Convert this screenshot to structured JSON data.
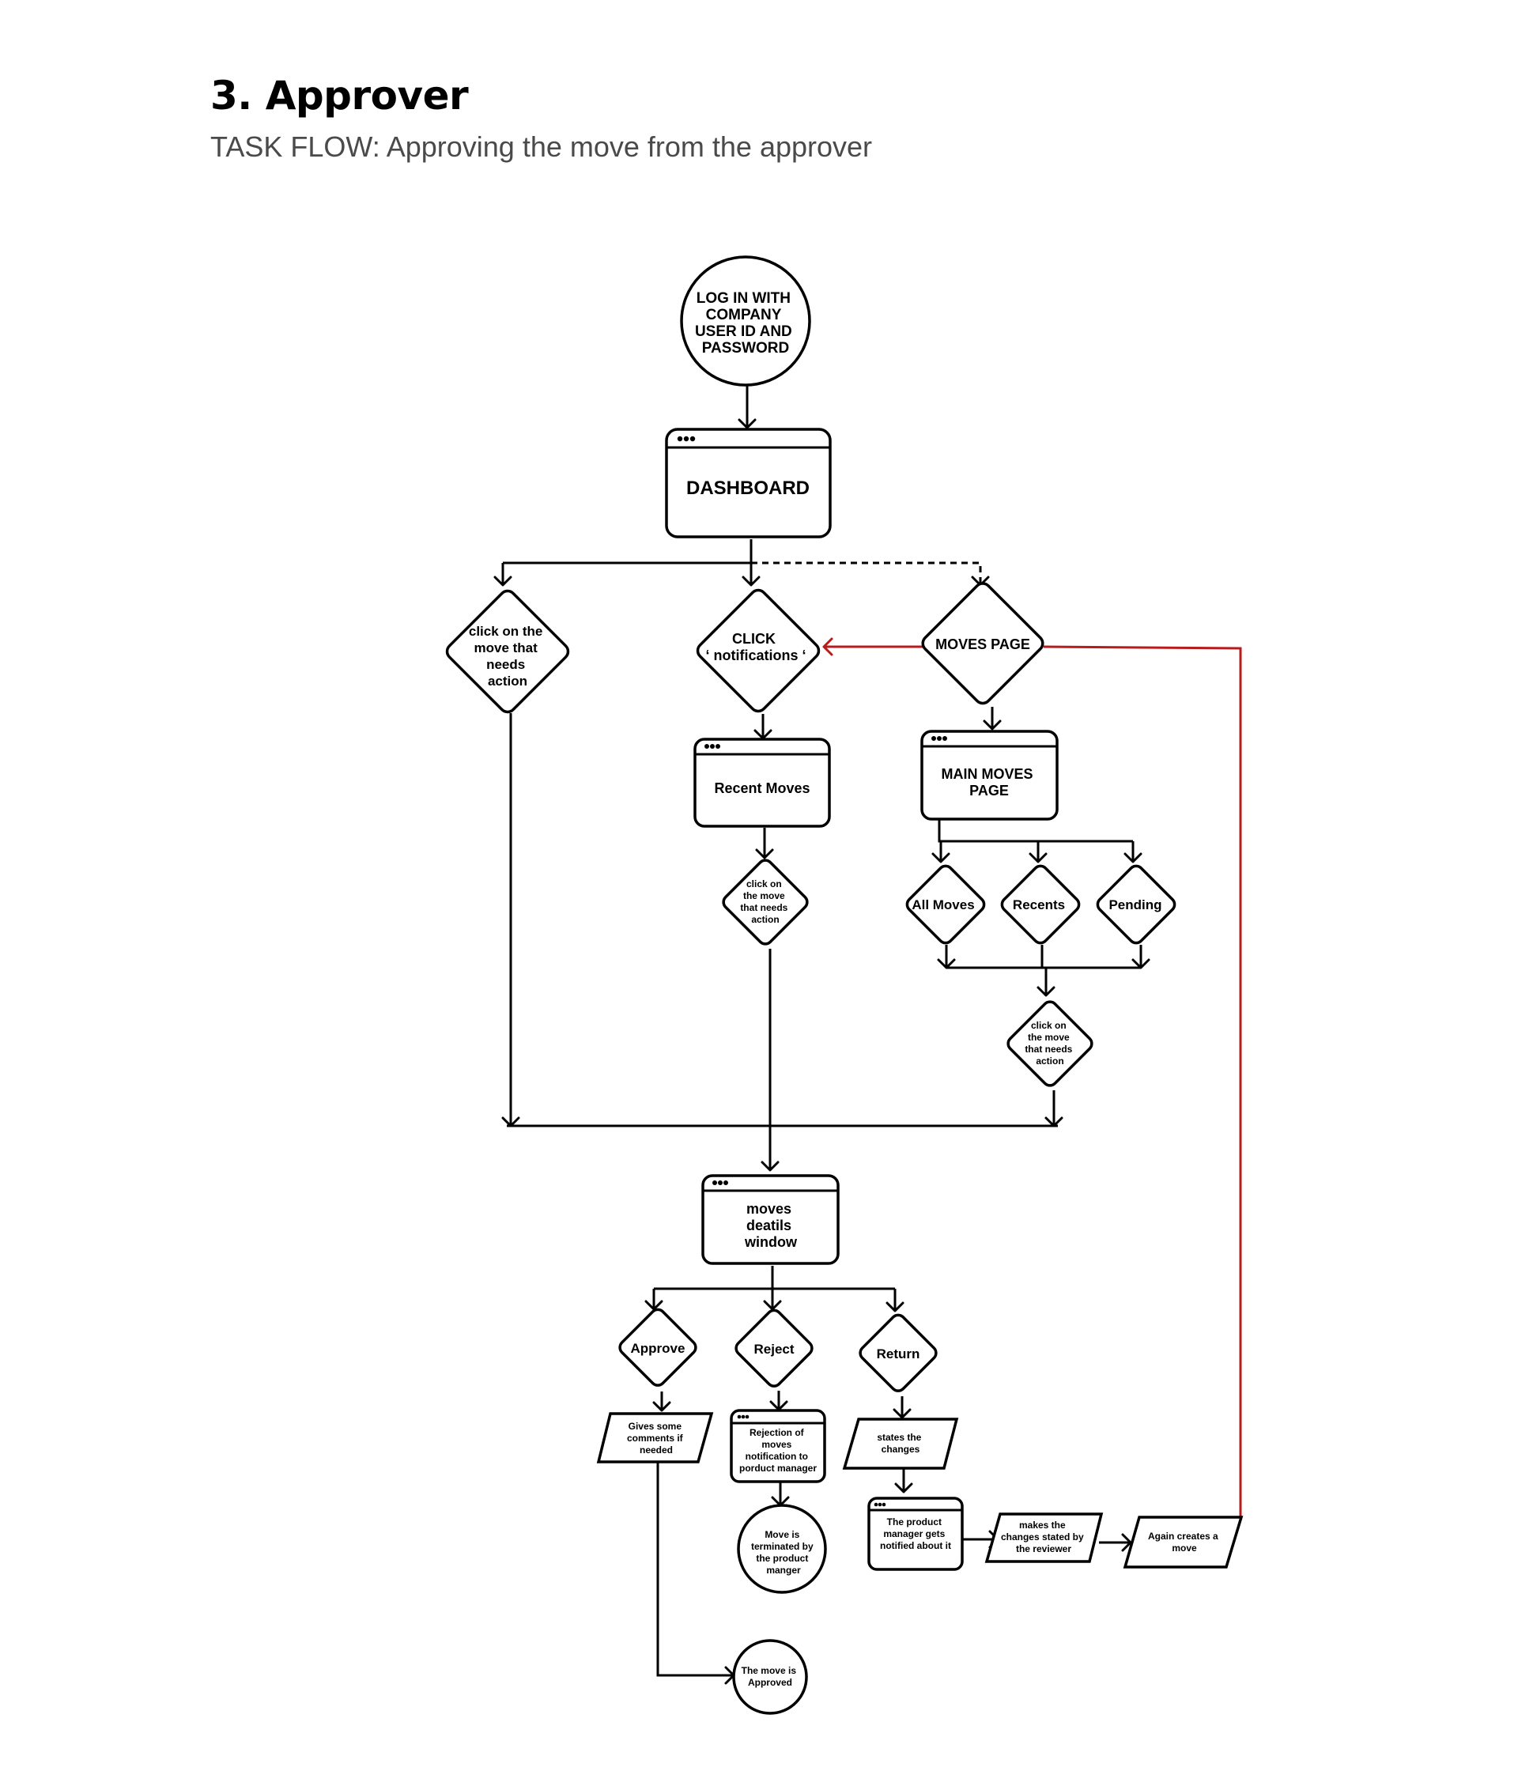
{
  "header": {
    "title": "3. Approver",
    "subtitle": "TASK FLOW: Approving the move from the approver"
  },
  "nodes": {
    "login": [
      "LOG IN WITH",
      "COMPANY",
      "USER ID AND",
      "PASSWORD"
    ],
    "dashboard": [
      "DASHBOARD"
    ],
    "click_move_left": [
      "click on the",
      "move that",
      "needs",
      "action"
    ],
    "click_notifications": [
      "CLICK",
      "‘ notifications  ‘"
    ],
    "moves_page": [
      "MOVES PAGE"
    ],
    "recent_moves": [
      "Recent Moves"
    ],
    "main_moves_page": [
      "MAIN MOVES",
      "PAGE"
    ],
    "click_move_mid": [
      "click on",
      "the move",
      "that needs",
      "action"
    ],
    "all_moves": [
      "All Moves"
    ],
    "recents": [
      "Recents"
    ],
    "pending": [
      "Pending"
    ],
    "click_move_right": [
      "click on",
      "the move",
      "that needs",
      "action"
    ],
    "moves_details": [
      "moves",
      "deatils",
      "window"
    ],
    "approve": [
      "Approve"
    ],
    "reject": [
      "Reject"
    ],
    "return": [
      "Return"
    ],
    "gives_comments": [
      "Gives some",
      "comments if",
      "needed"
    ],
    "rejection_notification": [
      "Rejection of",
      "moves",
      "notification to",
      "porduct manager"
    ],
    "states_changes": [
      "states the",
      "changes"
    ],
    "move_terminated": [
      "Move is",
      "terminated by",
      "the product",
      "manger"
    ],
    "pm_notified": [
      "The product",
      "manager gets",
      "notified about it"
    ],
    "makes_changes": [
      "makes the",
      "changes stated by",
      "the reviewer"
    ],
    "again_creates": [
      "Again creates a",
      "move"
    ],
    "move_approved": [
      "The move is",
      "Approved"
    ]
  },
  "colors": {
    "stroke": "#000000",
    "feedback_loop": "#b71c1c",
    "subtitle": "#4a4a4a"
  }
}
